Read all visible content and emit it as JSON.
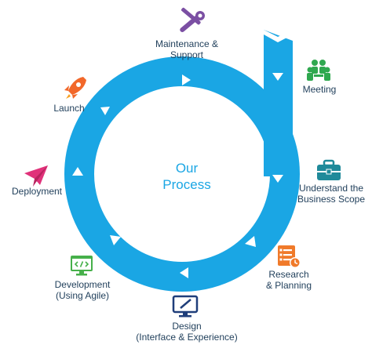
{
  "center": {
    "line1": "Our",
    "line2": "Process"
  },
  "colors": {
    "ring": "#1aa6e4",
    "arrow": "#ffffff",
    "label_text": "#1f3e5a",
    "center_text": "#1aa6e4",
    "maintenance_icon": "#7b4fa3",
    "meeting_icon": "#2fa84f",
    "business_icon": "#1f8a9a",
    "research_icon": "#f07a2a",
    "design_icon": "#1f3e7a",
    "development_icon": "#46b04a",
    "deployment_icon": "#e0327a",
    "launch_icon": "#f2682a"
  },
  "steps": [
    {
      "icon": "wrench-screwdriver-icon",
      "lines": [
        "Maintenance &",
        "Support"
      ]
    },
    {
      "icon": "team-meeting-icon",
      "lines": [
        "Meeting"
      ]
    },
    {
      "icon": "briefcase-icon",
      "lines": [
        "Understand the",
        "Business Scope"
      ]
    },
    {
      "icon": "checklist-icon",
      "lines": [
        "Research",
        "& Planning"
      ]
    },
    {
      "icon": "monitor-pen-icon",
      "lines": [
        "Design",
        "(Interface & Experience)"
      ]
    },
    {
      "icon": "code-window-icon",
      "lines": [
        "Development",
        "(Using Agile)"
      ]
    },
    {
      "icon": "paper-plane-icon",
      "lines": [
        "Deployment"
      ]
    },
    {
      "icon": "rocket-icon",
      "lines": [
        "Launch"
      ]
    }
  ]
}
